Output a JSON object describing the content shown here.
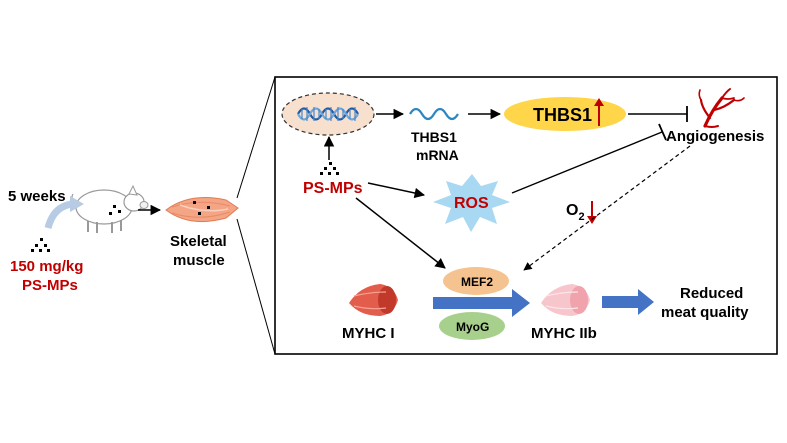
{
  "left_panel": {
    "duration_label": "5 weeks",
    "dose_line1": "150 mg/kg",
    "dose_line2": "PS-MPs",
    "tissue_line1": "Skeletal",
    "tissue_line2": "muscle"
  },
  "mechanism": {
    "mrna_line1": "THBS1",
    "mrna_line2": "mRNA",
    "thbs1_label": "THBS1",
    "angiogenesis_label": "Angiogenesis",
    "psmps_label": "PS-MPs",
    "ros_label": "ROS",
    "oxygen_label": "O",
    "oxygen_subscript": "2",
    "mef2_label": "MEF2",
    "myog_label": "MyoG",
    "myhc1_label": "MYHC I",
    "myhc2b_label": "MYHC IIb",
    "outcome_line1": "Reduced",
    "outcome_line2": "meat quality"
  },
  "colors": {
    "red_text": "#c00000",
    "thbs1_oval": "#ffd54a",
    "ros_burst": "#a9d8f2",
    "mef2_oval": "#f5c38f",
    "myog_oval": "#a8d08d",
    "blue_arrow": "#4472c4",
    "nucleus_fill": "#f8e0cf",
    "muscle_pink": "#f4a585"
  },
  "icons": [
    "pig-icon",
    "microplastic-dots-icon",
    "muscle-tissue-icon",
    "dna-icon",
    "mrna-wave-icon",
    "blood-vessel-icon",
    "muscle-fiber-red-icon",
    "muscle-fiber-pink-icon"
  ]
}
